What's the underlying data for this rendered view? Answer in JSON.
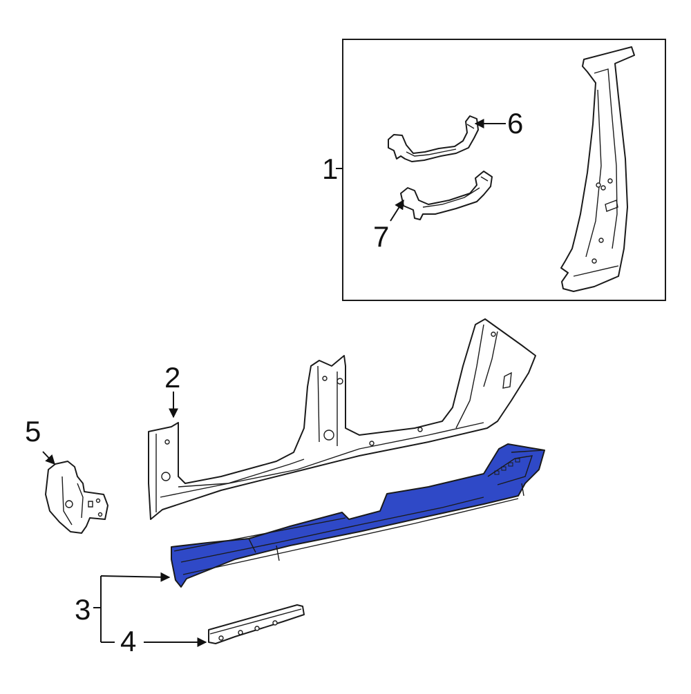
{
  "callouts": {
    "c1": "1",
    "c2": "2",
    "c3": "3",
    "c4": "4",
    "c5": "5",
    "c6": "6",
    "c7": "7"
  },
  "colors": {
    "highlight_part": "#2f49c7",
    "line": "#1a1a1a",
    "background": "#ffffff"
  }
}
